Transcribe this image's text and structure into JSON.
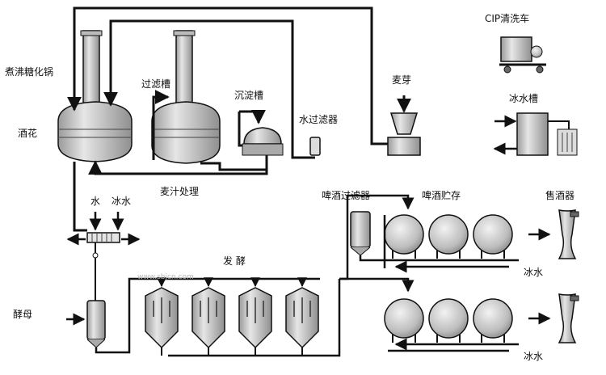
{
  "labels": {
    "boil_kettle": "煮沸糖化锅",
    "hops": "酒花",
    "lauter_tun": "过滤槽",
    "sediment_tank": "沉淀槽",
    "water_filter": "水过滤器",
    "malt": "麦芽",
    "cip_cart": "CIP清洗车",
    "ice_water_tank": "冰水槽",
    "wort_treatment": "麦汁处理",
    "water": "水",
    "ice_water": "冰水",
    "yeast": "酵母",
    "fermentation": "发  酵",
    "beer_filter": "啤酒过滤器",
    "beer_storage": "啤酒贮存",
    "beer_dispenser": "售酒器",
    "ice_water_upper": "冰水",
    "ice_water_lower": "冰水"
  },
  "watermark": "www.sbjcn.com",
  "colors": {
    "line": "#111111",
    "fill_light": "#dcdcdc",
    "fill_mid": "#bdbdbd",
    "fill_dark": "#8a8a8a"
  }
}
